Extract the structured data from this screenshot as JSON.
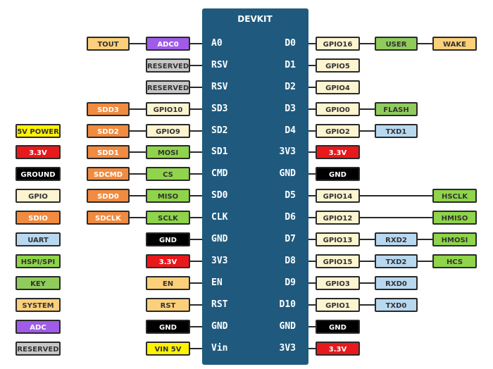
{
  "board": {
    "title": "DEVKIT"
  },
  "colors": {
    "system": "#fcd07a",
    "adc": "#a05ce8",
    "reserved": "#c8c8c8",
    "sdio": "#f08b40",
    "gpio": "#fdf4d0",
    "hspi": "#8fd44a",
    "power33": "#e8191c",
    "ground": "#000000",
    "uart": "#b8d8f0",
    "key": "#90cc5c",
    "power5": "#fff300",
    "board": "#1f5a7e"
  },
  "left_pins": [
    "A0",
    "RSV",
    "RSV",
    "SD3",
    "SD2",
    "SD1",
    "CMD",
    "SD0",
    "CLK",
    "GND",
    "3V3",
    "EN",
    "RST",
    "GND",
    "Vin"
  ],
  "right_pins": [
    "D0",
    "D1",
    "D2",
    "D3",
    "D4",
    "3V3",
    "GND",
    "D5",
    "D6",
    "D7",
    "D8",
    "D9",
    "D10",
    "GND",
    "3V3"
  ],
  "left_labels": {
    "tout": "TOUT",
    "adc0": "ADC0",
    "reserved1": "RESERVED",
    "reserved2": "RESERVED",
    "sdd3": "SDD3",
    "gpio10": "GPIO10",
    "sdd2": "SDD2",
    "gpio9": "GPIO9",
    "sdd1": "SDD1",
    "mosi": "MOSI",
    "sdcmd": "SDCMD",
    "cs": "CS",
    "sdd0": "SDD0",
    "miso": "MISO",
    "sdclk": "SDCLK",
    "sclk": "SCLK",
    "gnd1": "GND",
    "v33": "3.3V",
    "en": "EN",
    "rst": "RST",
    "gnd2": "GND",
    "vin": "VIN 5V"
  },
  "right_labels": {
    "gpio16": "GPIO16",
    "user": "USER",
    "wake": "WAKE",
    "gpio5": "GPIO5",
    "gpio4": "GPIO4",
    "gpio0": "GPIO0",
    "flash": "FLASH",
    "gpio2": "GPIO2",
    "txd1": "TXD1",
    "v33a": "3.3V",
    "gnd_a": "GND",
    "gpio14": "GPIO14",
    "hsclk": "HSCLK",
    "gpio12": "GPIO12",
    "hmiso": "HMISO",
    "gpio13": "GPIO13",
    "rxd2": "RXD2",
    "hmosi": "HMOSI",
    "gpio15": "GPIO15",
    "txd2": "TXD2",
    "hcs": "HCS",
    "gpio3": "GPIO3",
    "rxd0": "RXD0",
    "gpio1": "GPIO1",
    "txd0": "TXD0",
    "gnd_b": "GND",
    "v33b": "3.3V"
  },
  "legend": [
    {
      "label": "5V POWER"
    },
    {
      "label": "3.3V"
    },
    {
      "label": "GROUND"
    },
    {
      "label": "GPIO"
    },
    {
      "label": "SDIO"
    },
    {
      "label": "UART"
    },
    {
      "label": "HSPI/SPI"
    },
    {
      "label": "KEY"
    },
    {
      "label": "SYSTEM"
    },
    {
      "label": "ADC"
    },
    {
      "label": "RESERVED"
    }
  ]
}
